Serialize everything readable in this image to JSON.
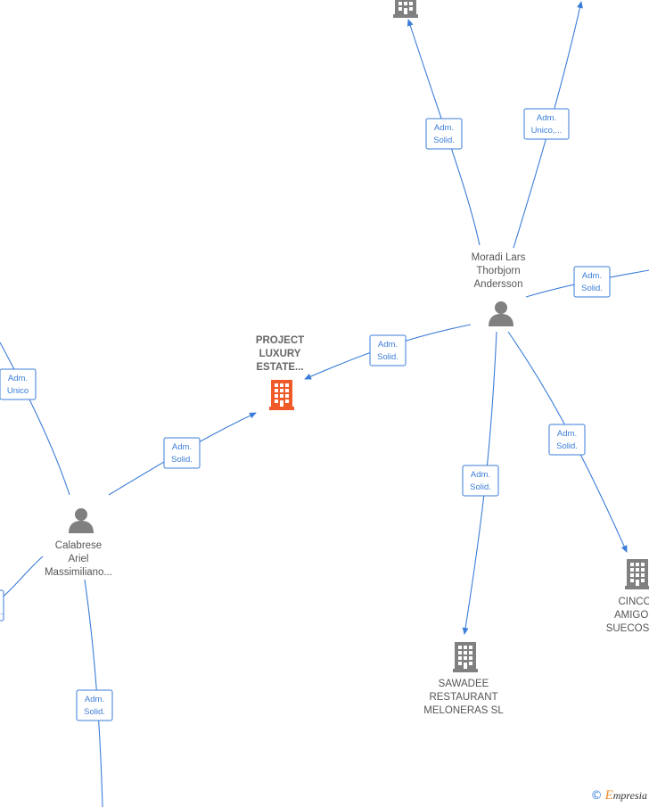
{
  "colors": {
    "edge": "#3b7dd8",
    "company": "#808080",
    "focus_company": "#f05a28",
    "person": "#808080"
  },
  "nodes": {
    "project_luxury": {
      "label": [
        "PROJECT",
        "LUXURY",
        "ESTATE..."
      ],
      "icon": "building-icon",
      "focus": true
    },
    "moradi": {
      "label": [
        "Moradi Lars",
        "Thorbjorn",
        "Andersson"
      ],
      "icon": "person-icon"
    },
    "calabrese": {
      "label": [
        "Calabrese",
        "Ariel",
        "Massimiliano..."
      ],
      "icon": "person-icon"
    },
    "sawadee": {
      "label": [
        "SAWADEE",
        "RESTAURANT",
        "MELONERAS  SL"
      ],
      "icon": "building-icon"
    },
    "cinco": {
      "label": [
        "CINCO",
        "AMIGOS",
        "SUECOS"
      ],
      "icon": "building-icon"
    },
    "top_company": {
      "label": [],
      "icon": "building-icon"
    }
  },
  "edges": [
    {
      "label": [
        "Adm.",
        "Solid."
      ]
    },
    {
      "label": [
        "Adm.",
        "Unico,..."
      ]
    },
    {
      "label": [
        "Adm.",
        "Solid."
      ]
    },
    {
      "label": [
        "Adm.",
        "Solid."
      ]
    },
    {
      "label": [
        "Adm.",
        "Solid."
      ]
    },
    {
      "label": [
        "Adm.",
        "Solid."
      ]
    },
    {
      "label": [
        "Adm.",
        "Unico"
      ]
    },
    {
      "label": [
        "Adm.",
        "Solid."
      ]
    },
    {
      "label": [
        "Adm.",
        "Solid."
      ]
    },
    {
      "label": [
        "..."
      ]
    }
  ],
  "credit": {
    "copyright_symbol": "©",
    "brand_initial": "E",
    "brand_rest": "mpresia"
  }
}
